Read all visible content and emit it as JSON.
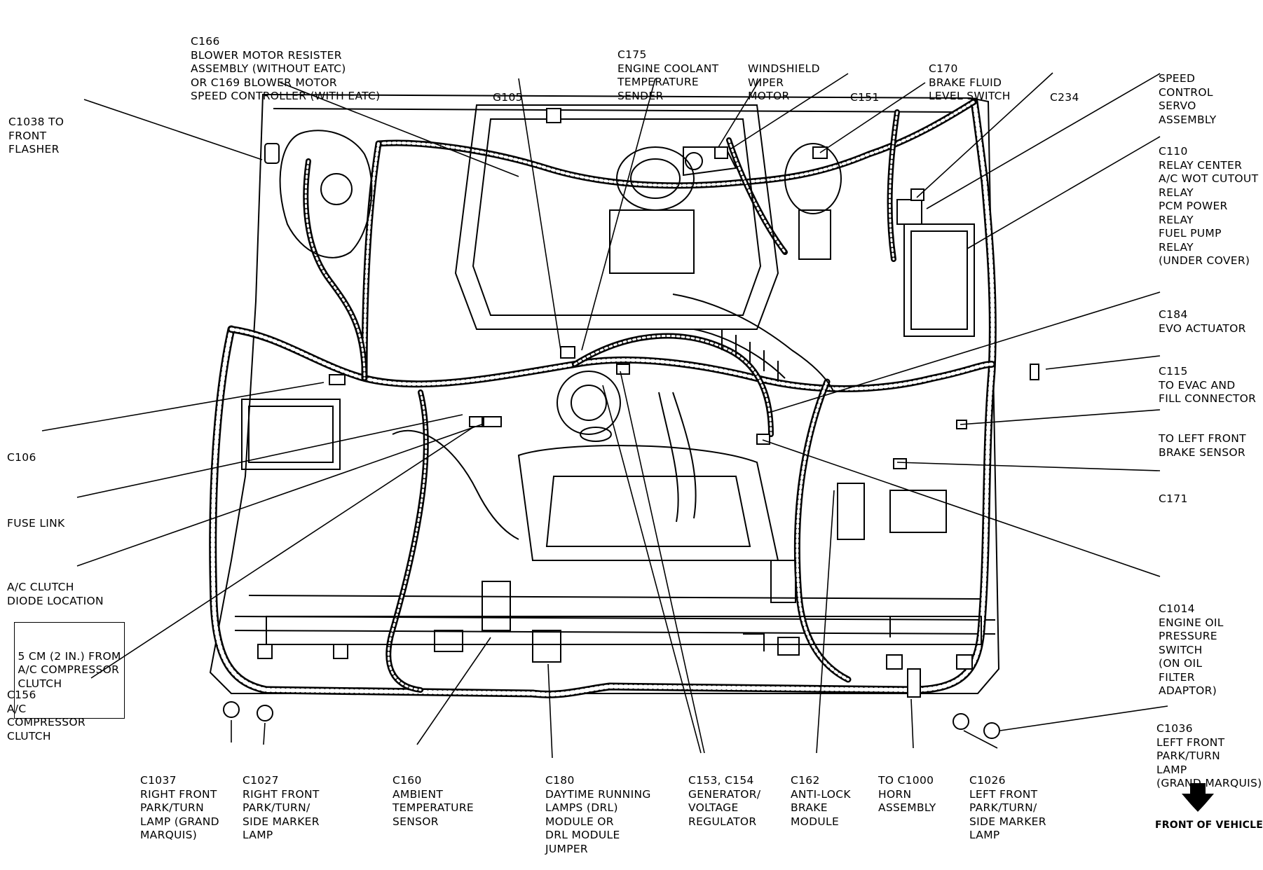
{
  "callouts": [
    {
      "id": "c166",
      "lines": [
        "C166",
        "BLOWER MOTOR RESISTER",
        "ASSEMBLY (WITHOUT EATC)",
        "OR C169 BLOWER MOTOR",
        "SPEED CONTROLLER (WITH EATC)"
      ]
    },
    {
      "id": "c1038",
      "lines": [
        "C1038 TO",
        "FRONT",
        "FLASHER"
      ]
    },
    {
      "id": "g105",
      "lines": [
        "G105"
      ]
    },
    {
      "id": "c175",
      "lines": [
        "C175",
        "ENGINE COOLANT",
        "TEMPERATURE",
        "SENDER"
      ]
    },
    {
      "id": "wiper",
      "lines": [
        "WINDSHIELD",
        "WIPER",
        "MOTOR"
      ]
    },
    {
      "id": "c151",
      "lines": [
        "C151"
      ]
    },
    {
      "id": "c170",
      "lines": [
        "C170",
        "BRAKE FLUID",
        "LEVEL SWITCH"
      ]
    },
    {
      "id": "c234",
      "lines": [
        "C234"
      ]
    },
    {
      "id": "servo",
      "lines": [
        "SPEED",
        "CONTROL",
        "SERVO",
        "ASSEMBLY"
      ]
    },
    {
      "id": "c110",
      "lines": [
        "C110",
        "RELAY CENTER",
        "A/C WOT CUTOUT",
        "RELAY",
        "PCM POWER",
        "RELAY",
        "FUEL PUMP",
        "RELAY",
        "(UNDER COVER)"
      ]
    },
    {
      "id": "c184",
      "lines": [
        "C184",
        "EVO ACTUATOR"
      ]
    },
    {
      "id": "c115",
      "lines": [
        "C115",
        "TO EVAC AND",
        "FILL CONNECTOR"
      ]
    },
    {
      "id": "brakesensor",
      "lines": [
        "TO LEFT FRONT",
        "BRAKE SENSOR"
      ]
    },
    {
      "id": "c171",
      "lines": [
        "C171"
      ]
    },
    {
      "id": "c106",
      "lines": [
        "C106"
      ]
    },
    {
      "id": "fuselink",
      "lines": [
        "FUSE LINK"
      ]
    },
    {
      "id": "acdiode",
      "lines": [
        "A/C CLUTCH",
        "DIODE LOCATION"
      ]
    },
    {
      "id": "c156",
      "lines": [
        "C156",
        "A/C",
        "COMPRESSOR",
        "CLUTCH"
      ]
    },
    {
      "id": "c1014",
      "lines": [
        "C1014",
        "ENGINE OIL",
        "PRESSURE",
        "SWITCH",
        "(ON OIL",
        "FILTER",
        "ADAPTOR)"
      ]
    },
    {
      "id": "c1037",
      "lines": [
        "C1037",
        "RIGHT FRONT",
        "PARK/TURN",
        "LAMP (GRAND",
        "MARQUIS)"
      ]
    },
    {
      "id": "c1027",
      "lines": [
        "C1027",
        "RIGHT FRONT",
        "PARK/TURN/",
        "SIDE MARKER",
        "LAMP"
      ]
    },
    {
      "id": "c160",
      "lines": [
        "C160",
        "AMBIENT",
        "TEMPERATURE",
        "SENSOR"
      ]
    },
    {
      "id": "c180",
      "lines": [
        "C180",
        "DAYTIME RUNNING",
        "LAMPS (DRL)",
        "MODULE OR",
        "DRL MODULE",
        "JUMPER"
      ]
    },
    {
      "id": "c153",
      "lines": [
        "C153, C154",
        "GENERATOR/",
        "VOLTAGE",
        "REGULATOR"
      ]
    },
    {
      "id": "c162",
      "lines": [
        "C162",
        "ANTI-LOCK",
        "BRAKE",
        "MODULE"
      ]
    },
    {
      "id": "c1000",
      "lines": [
        "TO C1000",
        "HORN",
        "ASSEMBLY"
      ]
    },
    {
      "id": "c1026",
      "lines": [
        "C1026",
        "LEFT FRONT",
        "PARK/TURN/",
        "SIDE MARKER",
        "LAMP"
      ]
    },
    {
      "id": "c1036",
      "lines": [
        "C1036",
        "LEFT FRONT",
        "PARK/TURN",
        "LAMP",
        "(GRAND MARQUIS)"
      ]
    }
  ],
  "acdiode_note": [
    "5 CM (2 IN.) FROM",
    "A/C COMPRESSOR",
    "CLUTCH"
  ],
  "front_of_vehicle": "FRONT OF VEHICLE"
}
